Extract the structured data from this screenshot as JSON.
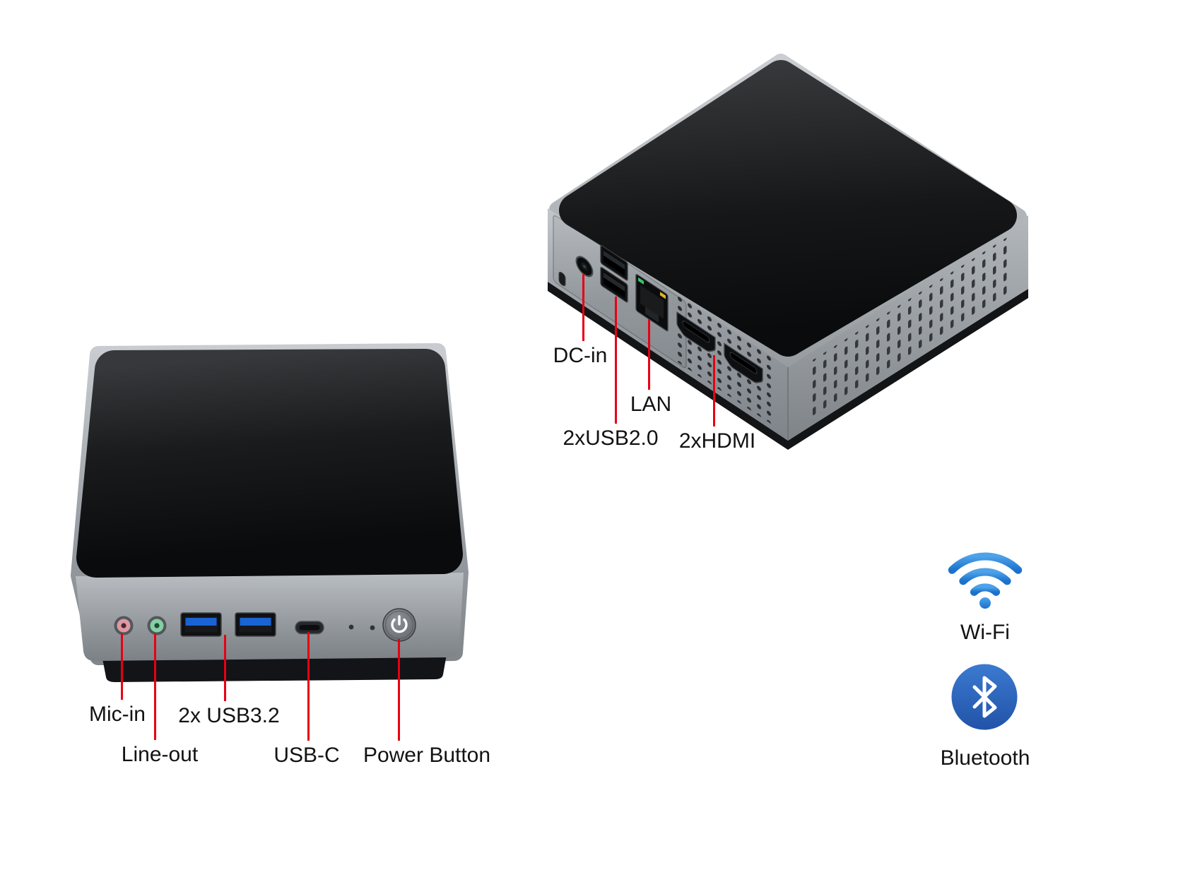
{
  "front_view": {
    "callouts": [
      {
        "id": "mic_in",
        "label": "Mic-in"
      },
      {
        "id": "line_out",
        "label": "Line-out"
      },
      {
        "id": "usb32",
        "label": "2x USB3.2"
      },
      {
        "id": "usb_c",
        "label": "USB-C"
      },
      {
        "id": "power",
        "label": "Power Button"
      }
    ]
  },
  "rear_view": {
    "callouts": [
      {
        "id": "dc_in",
        "label": "DC-in"
      },
      {
        "id": "usb20",
        "label": "2xUSB2.0"
      },
      {
        "id": "lan",
        "label": "LAN"
      },
      {
        "id": "hdmi",
        "label": "2xHDMI"
      }
    ]
  },
  "wireless": {
    "wifi": "Wi-Fi",
    "bluetooth": "Bluetooth"
  },
  "colors": {
    "callout_red": "#e60012",
    "label_text": "#121212",
    "wifi_blue": "#2f8be0",
    "bluetooth_blue": "#2a62b8",
    "device_top_dark": "#141516",
    "device_body_gray": "#9aa0a5",
    "usb3_blue": "#1a63d4",
    "mic_pink": "#dd99a3",
    "line_out_green": "#84cfa2",
    "lan_led_green": "#35c56d",
    "lan_led_amber": "#e0b32a"
  }
}
